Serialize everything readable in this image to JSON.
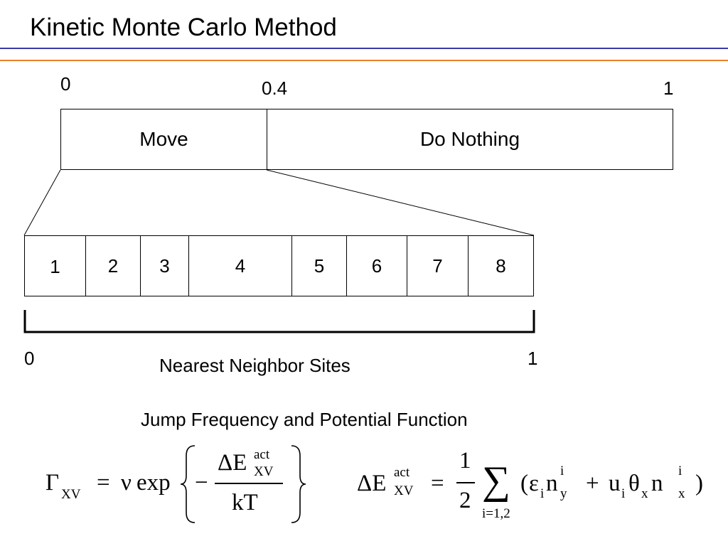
{
  "title": "Kinetic Monte Carlo Method",
  "probability_bar": {
    "ticks": [
      "0",
      "0.4",
      "1"
    ],
    "segments": [
      {
        "label": "Move",
        "fraction": 0.337
      },
      {
        "label": "Do Nothing",
        "fraction": 0.663
      }
    ]
  },
  "neighbor_sites": {
    "cells": [
      {
        "label": "1",
        "fraction": 0.121
      },
      {
        "label": "2",
        "fraction": 0.107
      },
      {
        "label": "3",
        "fraction": 0.095
      },
      {
        "label": "4",
        "fraction": 0.203
      },
      {
        "label": "5",
        "fraction": 0.107
      },
      {
        "label": "6",
        "fraction": 0.119
      },
      {
        "label": "7",
        "fraction": 0.12
      },
      {
        "label": "8",
        "fraction": 0.128
      }
    ],
    "range_start": "0",
    "range_end": "1",
    "caption": "Nearest Neighbor Sites"
  },
  "subtitle": "Jump Frequency and Potential Function",
  "equations": {
    "jump_frequency": {
      "lhs": "Γ",
      "lhs_sub": "XV",
      "equals": "=",
      "nu": "ν",
      "exp": "exp",
      "minus": "−",
      "num_delta": "ΔE",
      "num_sup": "act",
      "num_sub": "XV",
      "den": "kT"
    },
    "potential": {
      "lhs_delta": "ΔE",
      "lhs_sup": "act",
      "lhs_sub": "XV",
      "equals": "=",
      "half_num": "1",
      "half_den": "2",
      "sum": "∑",
      "sum_index": "i=1,2",
      "open": "(",
      "eps": "ε",
      "eps_sub": "i",
      "n1": "n",
      "n1_sup": "i",
      "n1_sub": "y",
      "plus": "+",
      "u": "u",
      "u_sub": "i",
      "theta": "θ",
      "theta_sub": "x",
      "n2": "n",
      "n2_sup": "i",
      "n2_sub": "x",
      "close": ")"
    }
  }
}
